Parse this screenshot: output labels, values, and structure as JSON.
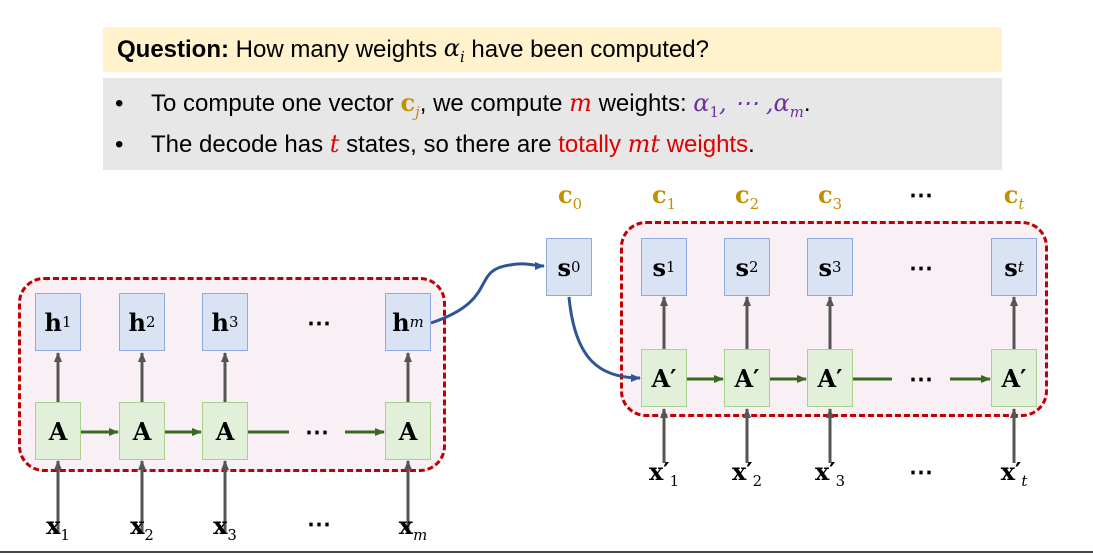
{
  "question": {
    "prefix": "Question:",
    "text_before": "How many weights",
    "symbol": "α",
    "symbol_sub": "i",
    "text_after": "have been computed?"
  },
  "bullets": [
    {
      "marker": "•",
      "t1": "To compute one vector",
      "vec": "c",
      "vec_sub": "j",
      "t2": ", we compute",
      "m": "m",
      "t3": "weights:",
      "alpha1": "α",
      "alpha1_sub": "1",
      "mid": ", ⋯ ,",
      "alpham": "α",
      "alpham_sub": "m",
      "end": "."
    },
    {
      "marker": "•",
      "t1": "The decode has",
      "t": "t",
      "t2": "states, so there are",
      "red1": "totally",
      "mt": "mt",
      "red2": "weights",
      "end": "."
    }
  ],
  "colors": {
    "question_bg": "#fff2cc",
    "bullet_bg": "#e7e7e7",
    "accent_red": "#e00000",
    "purple": "#7030a0",
    "gold": "#bf9000",
    "dashed_border": "#c00000",
    "hidden_box": "#dae3f3",
    "cell_box": "#e2f0d9",
    "arrow_green": "#3a6a1f",
    "arrow_blue": "#2f5597"
  },
  "encoder": {
    "hidden": [
      {
        "base": "h",
        "sub": "1"
      },
      {
        "base": "h",
        "sub": "2"
      },
      {
        "base": "h",
        "sub": "3"
      },
      {
        "base": "h",
        "sub": "m"
      }
    ],
    "cell_label": "A",
    "inputs": [
      {
        "base": "x",
        "sub": "1"
      },
      {
        "base": "x",
        "sub": "2"
      },
      {
        "base": "x",
        "sub": "3"
      },
      {
        "base": "x",
        "sub": "m"
      }
    ],
    "ellipsis": "⋯"
  },
  "decoder": {
    "init_state": {
      "base": "s",
      "sub": "0"
    },
    "contexts": [
      {
        "base": "c",
        "sub": "0"
      },
      {
        "base": "c",
        "sub": "1"
      },
      {
        "base": "c",
        "sub": "2"
      },
      {
        "base": "c",
        "sub": "3"
      },
      {
        "base": "c",
        "sub": "t"
      }
    ],
    "states": [
      {
        "base": "s",
        "sub": "1"
      },
      {
        "base": "s",
        "sub": "2"
      },
      {
        "base": "s",
        "sub": "3"
      },
      {
        "base": "s",
        "sub": "t"
      }
    ],
    "cell_label": "A′",
    "inputs": [
      {
        "base": "x′",
        "sub": "1"
      },
      {
        "base": "x′",
        "sub": "2"
      },
      {
        "base": "x′",
        "sub": "3"
      },
      {
        "base": "x′",
        "sub": "t"
      }
    ],
    "ellipsis": "⋯"
  }
}
